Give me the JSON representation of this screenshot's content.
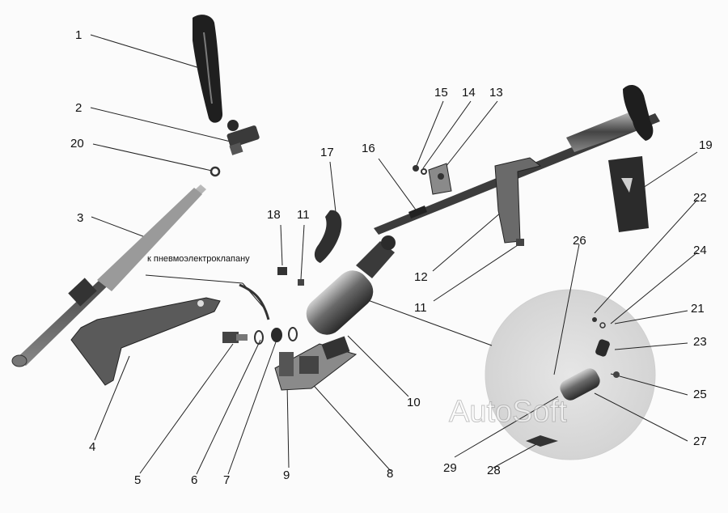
{
  "figure": {
    "annotation": "к пневмоэлектроклапану",
    "watermark": "AutoSoft",
    "part_labels": [
      "1",
      "2",
      "3",
      "4",
      "5",
      "6",
      "7",
      "8",
      "9",
      "10",
      "11",
      "11",
      "12",
      "13",
      "14",
      "15",
      "16",
      "17",
      "18",
      "19",
      "20",
      "21",
      "22",
      "23",
      "24",
      "25",
      "26",
      "27",
      "28",
      "29"
    ]
  },
  "colors": {
    "ink": "#1a1a1a",
    "part_dark": "#2a2a2a",
    "part_mid": "#555555",
    "part_light": "#9a9a9a",
    "inset_bg": "#dedede"
  }
}
